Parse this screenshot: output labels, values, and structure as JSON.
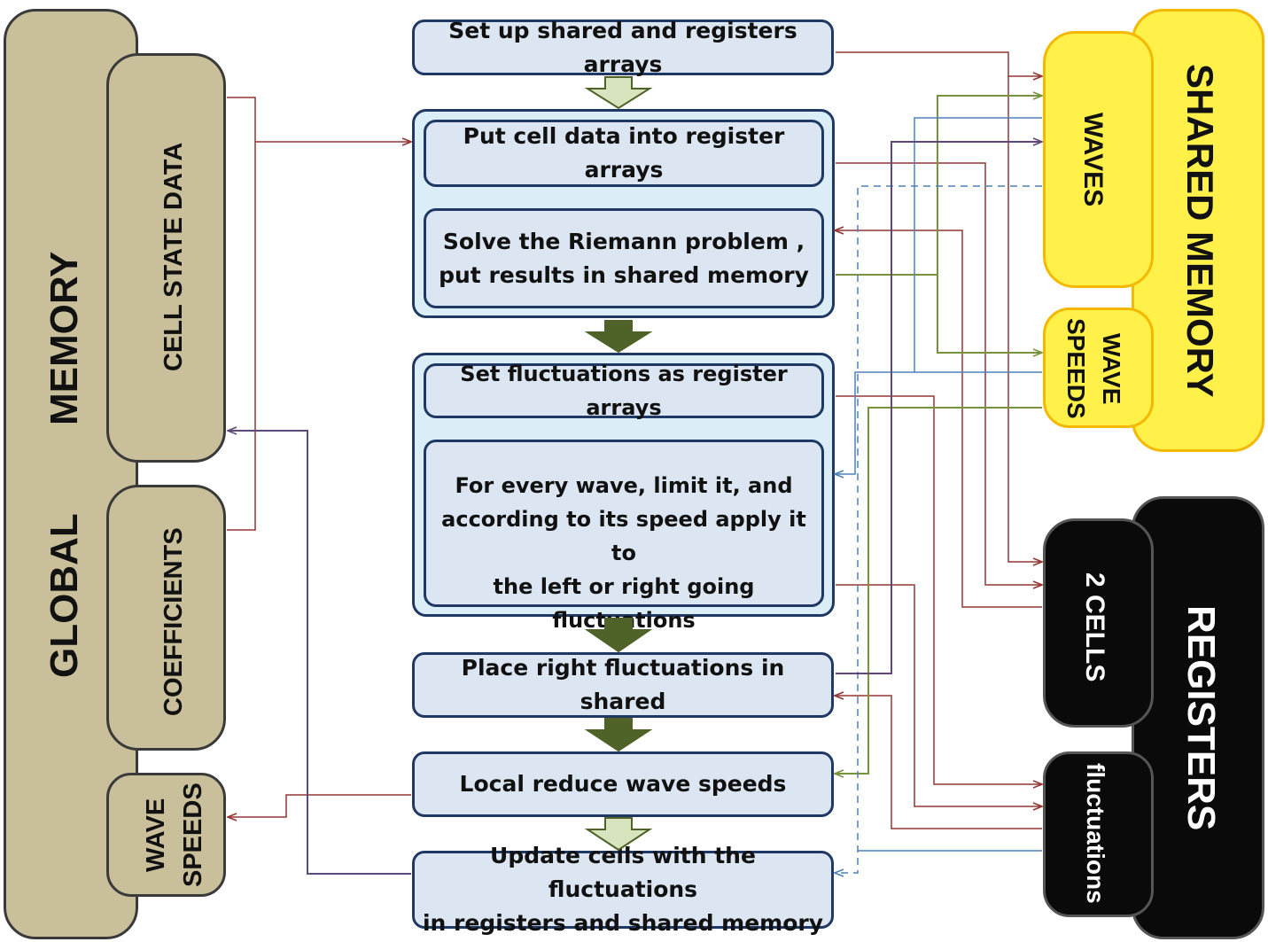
{
  "global_memory": {
    "title_part1": "GLOBAL",
    "title_part2": "MEMORY",
    "sections": {
      "cell_state": "CELL STATE DATA",
      "coefficients": "COEFFICIENTS",
      "wave_speeds_line1": "WAVE",
      "wave_speeds_line2": "SPEEDS"
    }
  },
  "flow_steps": {
    "setup": "Set up shared and registers arrays",
    "put_cell_data": "Put cell data into register arrays",
    "solve_riemann_line1": "Solve the Riemann problem ,",
    "solve_riemann_line2": "put results in shared memory",
    "set_fluctuations": "Set fluctuations as register arrays",
    "limit_waves_line1": "For every wave, limit it, and",
    "limit_waves_line2": "according to its speed apply it to",
    "limit_waves_line3": "the left or right going fluctuations",
    "place_right": "Place right fluctuations in shared",
    "local_reduce": "Local reduce wave speeds",
    "update_cells_line1": "Update cells with the fluctuations",
    "update_cells_line2": "in registers and shared memory"
  },
  "shared_memory": {
    "title": "SHARED MEMORY",
    "waves": "WAVES",
    "wave_speeds_line1": "WAVE",
    "wave_speeds_line2": "SPEEDS"
  },
  "registers": {
    "title": "REGISTERS",
    "cells": "2 CELLS",
    "fluctuations": "fluctuations"
  },
  "colors": {
    "red_line": "#943634",
    "green_line": "#77933c",
    "blue_line": "#4f81bd",
    "purple_line": "#5f497a",
    "light_arrow": "#d7e4bd",
    "dark_arrow": "#4f6228"
  }
}
